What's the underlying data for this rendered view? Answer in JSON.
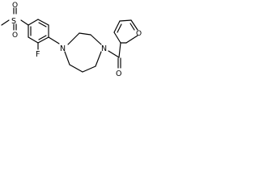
{
  "molecule": {
    "atoms": {
      "sulfur": "S",
      "sulfonyl_oxygen_top": "O",
      "sulfonyl_oxygen_bottom": "O",
      "fluorine": "F",
      "diazepane_nitrogen_aryl": "N",
      "diazepane_nitrogen_acyl": "N",
      "furan_oxygen": "O",
      "carbonyl_oxygen": "O"
    },
    "colors": {
      "bond": "#000000",
      "label": "#000000",
      "background": "#ffffff"
    }
  }
}
